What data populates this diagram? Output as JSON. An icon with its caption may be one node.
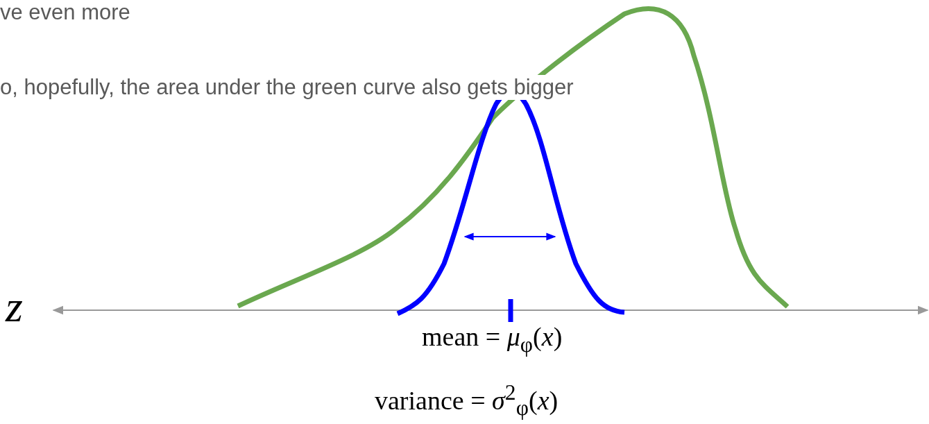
{
  "diagram": {
    "labels": [
      "ve even more",
      "o, hopefully, the area under the green curve also gets bigger",
      "*z*",
      "mean = *μ*$_{φ}$(*x*)",
      "variance = *σ*$^{2}$$_{φ}$(*x*)"
    ]
  }
}
